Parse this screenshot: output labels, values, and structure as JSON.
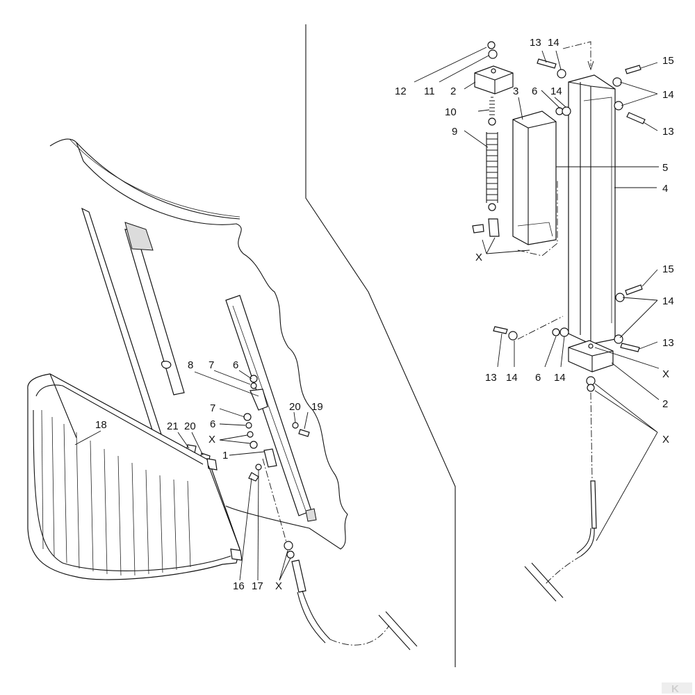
{
  "callouts_left": {
    "c6a": "6",
    "c7a": "7",
    "c8": "8",
    "c7b": "7",
    "c6b": "6",
    "cXa": "X",
    "c1": "1",
    "c20a": "20",
    "c19": "19",
    "c21": "21",
    "c20b": "20",
    "c18": "18",
    "c16": "16",
    "c17": "17",
    "cXb": "X"
  },
  "callouts_right": {
    "c13a": "13",
    "c14a": "14",
    "c15a": "15",
    "c12": "12",
    "c11": "11",
    "c2a": "2",
    "c3": "3",
    "c6a": "6",
    "c14b": "14",
    "c14c": "14",
    "c10": "10",
    "c13b": "13",
    "c9": "9",
    "c5": "5",
    "c4": "4",
    "cXa": "X",
    "c15b": "15",
    "c14d": "14",
    "c13c": "13",
    "c13d": "13",
    "c14e": "14",
    "c6b": "6",
    "c14f": "14",
    "cXb": "X",
    "c2b": "2",
    "cXc": "X"
  },
  "logo": "K"
}
